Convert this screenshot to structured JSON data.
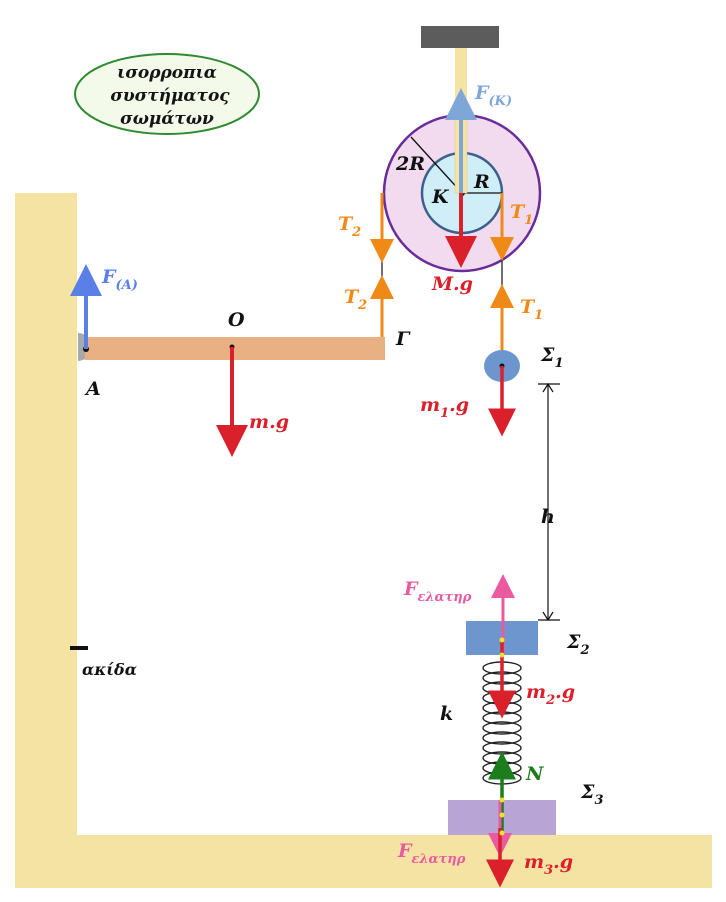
{
  "title_lines": [
    "ισορροπια",
    "συστήματος",
    "σωμάτων"
  ],
  "labels": {
    "F_A": "F",
    "F_A_sub": "(A)",
    "A": "A",
    "O": "O",
    "Gamma": "Γ",
    "mg": "m.g",
    "T2_upper": "T",
    "T2_upper_sub": "2",
    "T2_lower": "T",
    "T2_lower_sub": "2",
    "T1_upper": "T",
    "T1_upper_sub": "1",
    "T1_lower": "T",
    "T1_lower_sub": "1",
    "F_K": "F",
    "F_K_sub": "(K)",
    "twoR": "2R",
    "R": "R",
    "K": "K",
    "Mg": "M.g",
    "Sigma1": "Σ",
    "Sigma1_sub": "1",
    "m1g_m": "m",
    "m1g_sub": "1",
    "m1g_g": ".g",
    "h": "h",
    "F_spring_top": "F",
    "F_spring_top_sub": "ελατηρ",
    "Sigma2": "Σ",
    "Sigma2_sub": "2",
    "m2g_m": "m",
    "m2g_sub": "2",
    "m2g_g": ".g",
    "k": "k",
    "N": "N",
    "Sigma3": "Σ",
    "Sigma3_sub": "3",
    "F_spring_bottom": "F",
    "F_spring_bottom_sub": "ελατηρ",
    "m3g_m": "m",
    "m3g_sub": "3",
    "m3g_g": ".g",
    "akida": "ακίδα"
  },
  "colors": {
    "wall": "#f5e3a3",
    "rod": "#e8b083",
    "pulley_outer": "#f2dbef",
    "pulley_outer_stroke": "#6a2c9a",
    "pulley_inner": "#d0eef7",
    "pulley_inner_stroke": "#3d5f8c",
    "red": "#d9202b",
    "orange": "#ef8a17",
    "blue_force": "#5a7fe6",
    "steel_blue": "#7ea6d6",
    "block2": "#6d96cf",
    "block3": "#b9a4d6",
    "ball": "#6d96cf",
    "pink": "#ea5aa0",
    "green": "#1c7d1c",
    "ellipse_fill": "#f4faea",
    "ellipse_stroke": "#2f8a2f",
    "ceiling": "#5c5c5c"
  }
}
